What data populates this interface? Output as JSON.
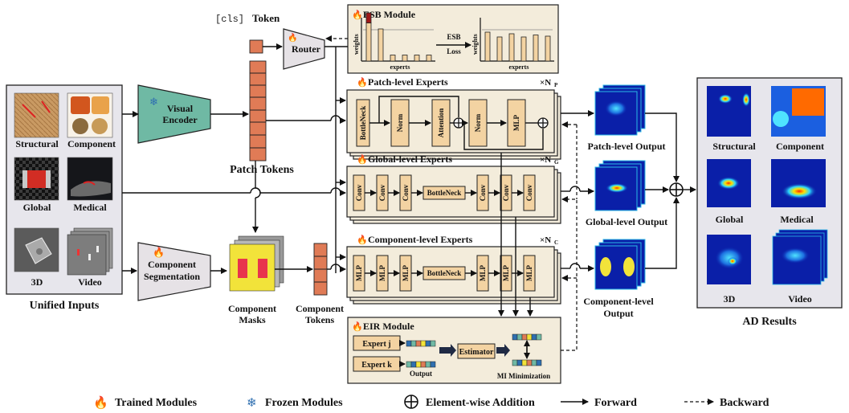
{
  "inputs": {
    "title": "Unified Inputs",
    "labels": [
      "Structural",
      "Component",
      "Global",
      "Medical",
      "3D",
      "Video"
    ]
  },
  "visual_encoder": "Visual Encoder",
  "cls_token_prefix": "[cls]",
  "cls_token_word": "Token",
  "router": "Router",
  "patch_tokens": "Patch Tokens",
  "component_segmentation": "Component Segmentation",
  "component_masks": [
    "Component",
    "Masks"
  ],
  "component_tokens": [
    "Component",
    "Tokens"
  ],
  "esb": {
    "title": "ESB Module",
    "ylabel": "weights",
    "xlabel": "experts",
    "arrow_label_1": "ESB",
    "arrow_label_2": "Loss",
    "before_values": [
      0.95,
      0.8,
      0.15,
      0.15,
      0.15,
      0.15
    ],
    "before_highlight": [
      0.25,
      0.0,
      0,
      0,
      0,
      0
    ],
    "after_values": [
      0.72,
      0.6,
      0.68,
      0.6,
      0.65,
      0.62
    ]
  },
  "patch_experts": {
    "title": "Patch-level Experts",
    "multiplier": "×N",
    "sub": "P",
    "blocks": [
      "BottleNeck",
      "Norm",
      "Attention",
      "Norm",
      "MLP"
    ]
  },
  "global_experts": {
    "title": "Global-level Experts",
    "multiplier": "×N",
    "sub": "G",
    "blocks": [
      "Conv",
      "Conv",
      "Conv",
      "BottleNeck",
      "Conv",
      "Conv",
      "Conv"
    ]
  },
  "component_experts": {
    "title": "Component-level Experts",
    "multiplier": "×N",
    "sub": "C",
    "blocks": [
      "MLP",
      "MLP",
      "MLP",
      "BottleNeck",
      "MLP",
      "MLP",
      "MLP"
    ]
  },
  "eir": {
    "title": "EIR Module",
    "expert_j": "Expert j",
    "expert_k": "Expert k",
    "estimator": "Estimator",
    "output": "Output",
    "mi": "MI Minimization"
  },
  "outputs": {
    "patch": "Patch-level Output",
    "global": "Global-level Output",
    "component": [
      "Component-level",
      "Output"
    ]
  },
  "results": {
    "title": "AD Results",
    "labels": [
      "Structural",
      "Component",
      "Global",
      "Medical",
      "3D",
      "Video"
    ]
  },
  "legend": {
    "trained": "Trained Modules",
    "frozen": "Frozen Modules",
    "addition": "Element-wise Addition",
    "forward": "Forward",
    "backward": "Backward"
  },
  "colors": {
    "panel": "#f3ecdb",
    "block": "#f3d3a2",
    "token": "#e07b56",
    "encoder": "#6fb9a4",
    "heat_bg": "#0a1fa8",
    "mask_yellow": "#f2e33a",
    "mask_red": "#e8344d"
  },
  "icons": {
    "trained": "flame-icon",
    "frozen": "snowflake-icon",
    "addition": "circle-plus-icon"
  }
}
